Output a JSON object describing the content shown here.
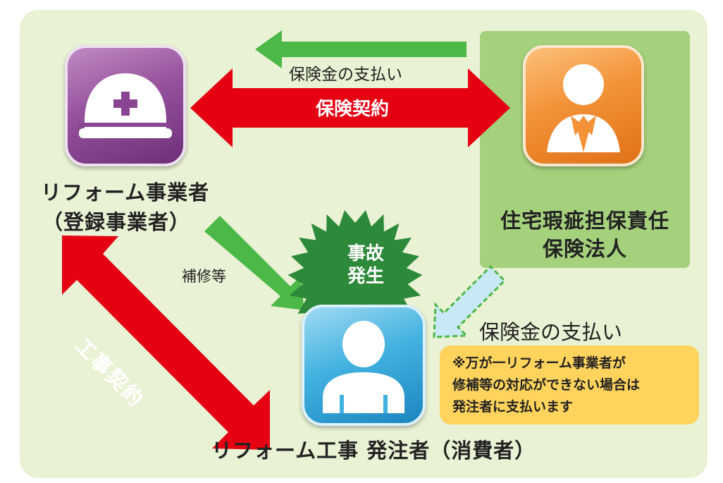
{
  "contractor": {
    "name": "リフォーム事業者",
    "sub": "（登録事業者）"
  },
  "insurer": {
    "name": "住宅瑕疵担保責任",
    "sub": "保険法人"
  },
  "consumer": {
    "name": "リフォーム工事 発注者（消費者）"
  },
  "arrows": {
    "payment_top": "保険金の支払い",
    "insurance_contract": "保険契約",
    "repair": "補修等",
    "construction_contract": "工事契約",
    "payment_right": "保険金の支払い"
  },
  "accident": {
    "line1": "事故",
    "line2": "発生"
  },
  "note": {
    "line1": "※万が一リフォーム事業者が",
    "line2": "修補等の対応ができない場合は",
    "line3": "発注者に支払います"
  },
  "colors": {
    "panel": "#e9f2d4",
    "insurer_box": "#a5d07c",
    "contract_arrow": "#e50012",
    "flow_arrow": "#4cb847",
    "accident_burst": "#2d8a3a",
    "note_box": "#ffd35c",
    "contractor_tile": "#96529c",
    "insurer_tile": "#f39237",
    "consumer_tile": "#43b2e0"
  },
  "icons": {
    "contractor": "hard-hat-icon",
    "insurer": "businessman-icon",
    "consumer": "person-icon"
  }
}
